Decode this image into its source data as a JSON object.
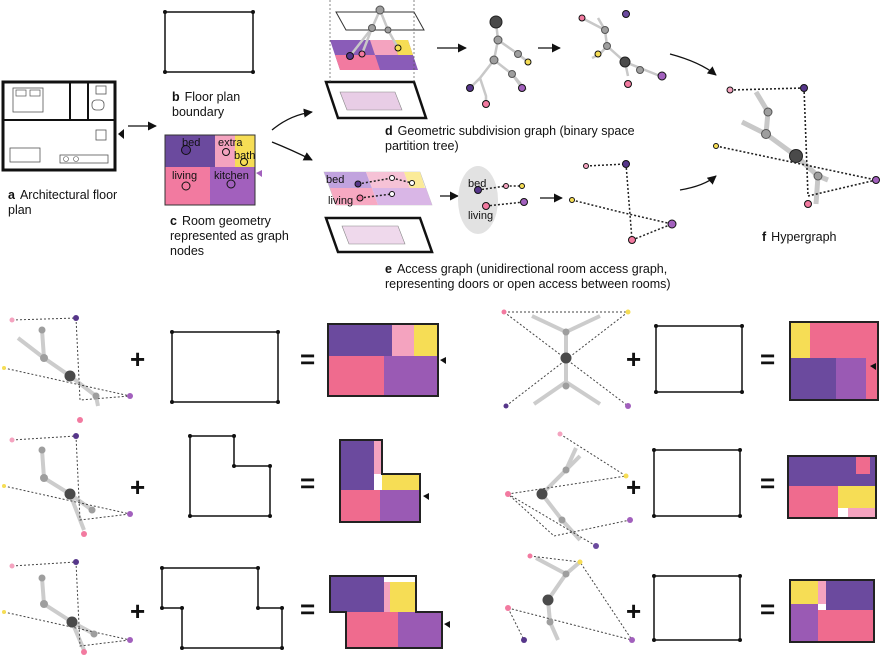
{
  "captions": {
    "a": {
      "letter": "a",
      "text": "Architectural floor plan"
    },
    "b": {
      "letter": "b",
      "text": "Floor plan boundary"
    },
    "c": {
      "letter": "c",
      "text": "Room geometry represented as graph nodes"
    },
    "d": {
      "letter": "d",
      "text": "Geometric subdivision graph (binary space partition tree)"
    },
    "e": {
      "letter": "e",
      "text": "Access graph (unidirectional room access graph, representing doors or open access between rooms)"
    },
    "f": {
      "letter": "f",
      "text": "Hypergraph"
    }
  },
  "room_labels": {
    "bed": "bed",
    "extra": "extra",
    "bath": "bath",
    "living": "living",
    "kitchen": "kitchen"
  },
  "operators": {
    "plus": "+",
    "equals": "="
  },
  "colors": {
    "bed": "#6b4a9e",
    "bed_dark": "#56368a",
    "living": "#ef6b8e",
    "kitchen": "#9a5ab4",
    "extra": "#f4a3bf",
    "bath": "#f6dd55",
    "node_gray": "#9e9e9e",
    "node_dark": "#4a4a4a",
    "tree_line": "#c8c8c8",
    "access_line": "#222222"
  }
}
